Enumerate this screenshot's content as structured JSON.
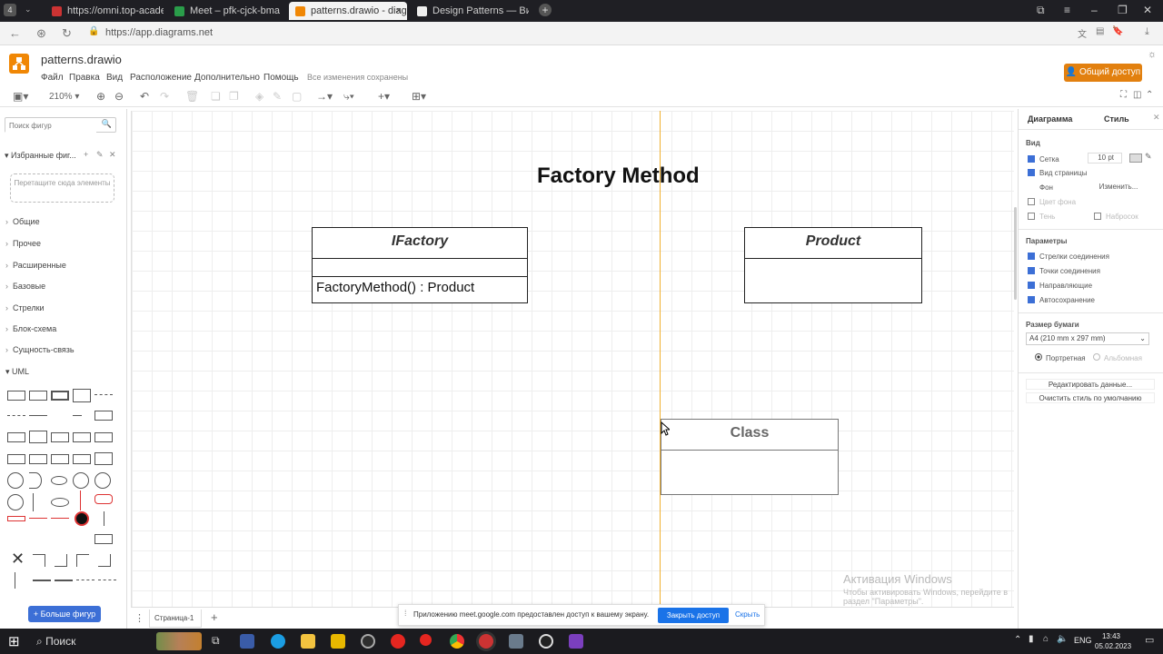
{
  "browser": {
    "tab_count": "4",
    "tabs": [
      {
        "label": "https://omni.top-academy"
      },
      {
        "label": "Meet – pfk-cjck-bma"
      },
      {
        "label": "patterns.drawio - diagr"
      },
      {
        "label": "Design Patterns — Википе"
      }
    ],
    "url": "https://app.diagrams.net"
  },
  "app": {
    "title": "patterns.drawio",
    "menu": [
      "Файл",
      "Правка",
      "Вид",
      "Расположение",
      "Дополнительно",
      "Помощь"
    ],
    "saved_status": "Все изменения сохранены",
    "share_button": "Общий доступ",
    "zoom": "210%"
  },
  "left_panel": {
    "search_placeholder": "Поиск фигур",
    "favorites": "Избранные фиг...",
    "drop_hint": "Перетащите сюда элементы",
    "categories": [
      "Общие",
      "Прочее",
      "Расширенные",
      "Базовые",
      "Стрелки",
      "Блок-схема",
      "Сущность-связь",
      "UML"
    ],
    "more_shapes": "Больше фигур"
  },
  "canvas": {
    "title": "Factory Method",
    "ifactory": {
      "name": "IFactory",
      "method": "FactoryMethod() : Product"
    },
    "product": {
      "name": "Product"
    },
    "class": {
      "name": "Class"
    }
  },
  "right_panel": {
    "tabs": [
      "Диаграмма",
      "Стиль"
    ],
    "view_header": "Вид",
    "grid": "Сетка",
    "grid_size": "10 pt",
    "page_view": "Вид страницы",
    "background": "Фон",
    "change": "Изменить...",
    "bg_color": "Цвет фона",
    "shadow": "Тень",
    "sketch": "Набросок",
    "options_header": "Параметры",
    "options": [
      "Стрелки соединения",
      "Точки соединения",
      "Направляющие",
      "Автосохранение"
    ],
    "paper_header": "Размер бумаги",
    "paper_size": "A4 (210 mm x 297 mm)",
    "portrait": "Портретная",
    "landscape": "Альбомная",
    "edit_data": "Редактировать данные...",
    "clear_style": "Очистить стиль по умолчанию"
  },
  "page_bar": {
    "page": "Страница-1"
  },
  "notice": {
    "text": "Приложению meet.google.com предоставлен доступ к вашему экрану.",
    "stop": "Закрыть доступ",
    "hide": "Скрыть"
  },
  "watermark": {
    "title": "Активация Windows",
    "text": "Чтобы активировать Windows, перейдите в раздел \"Параметры\"."
  },
  "taskbar": {
    "search": "Поиск",
    "lang": "ENG",
    "time": "13:43",
    "date": "05.02.2023"
  },
  "colors": {
    "accent": "#f08705",
    "share": "#e2800f",
    "primary_btn": "#3c6fd6",
    "guide": "#f0b030"
  }
}
